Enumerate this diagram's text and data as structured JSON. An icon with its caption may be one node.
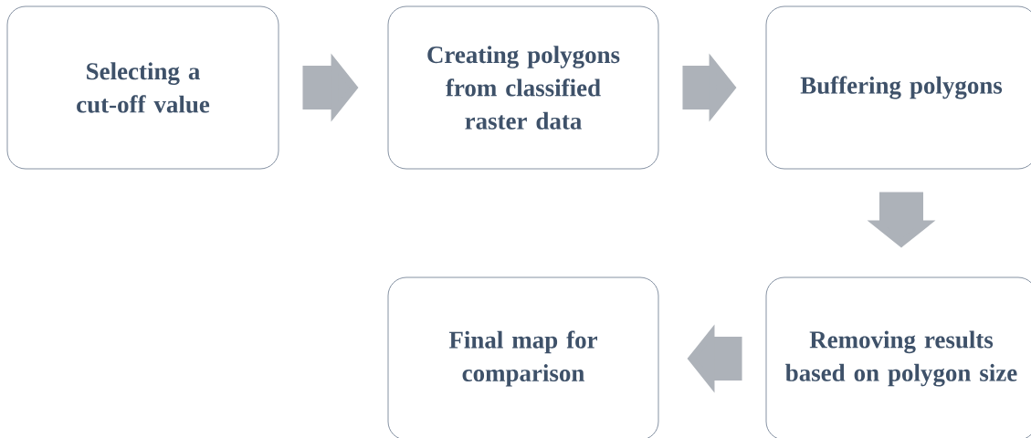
{
  "diagram": {
    "nodes": [
      {
        "text": [
          "Selecting a cut-off value"
        ]
      },
      {
        "text": [
          "Creating polygons from classified raster data"
        ]
      },
      {
        "text": [
          "Buffering polygons"
        ]
      },
      {
        "text": [
          "Removing results based on polygon size"
        ]
      },
      {
        "text": [
          "Final map for comparison"
        ]
      }
    ],
    "edges": [
      {
        "from": 0,
        "to": 1,
        "arrow": "to"
      },
      {
        "from": 1,
        "to": 2,
        "arrow": "to"
      },
      {
        "from": 2,
        "to": 3,
        "arrow": "to"
      },
      {
        "from": 3,
        "to": 4,
        "arrow": "to"
      }
    ]
  }
}
